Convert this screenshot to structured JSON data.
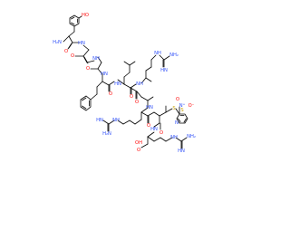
{
  "diagram": {
    "type": "chemical-structure",
    "colors": {
      "bond": "#000000",
      "carbon": "#000000",
      "oxygen": "#ff0d0d",
      "nitrogen": "#3050f8",
      "sulfur": "#c8a000",
      "hydrogen_label": "#888888"
    },
    "labels": {
      "hydroxyl": "HO",
      "amine_n_terminus": "H₂N",
      "carbonyl_oxygen": "O",
      "amide_nh": "HN",
      "amide_nh_right": "NH",
      "imino": "HN",
      "guanidine_nh2": "NH₂",
      "guanidine_h2n": "H₂N",
      "disulfide_s": "S",
      "pyridine_n": "N",
      "nitro_n": "N⁺",
      "nitro_o": "O⁻",
      "acid_oh": "OH",
      "acid_o": "O",
      "nh_guanidine": "NH",
      "nh": "H"
    }
  }
}
